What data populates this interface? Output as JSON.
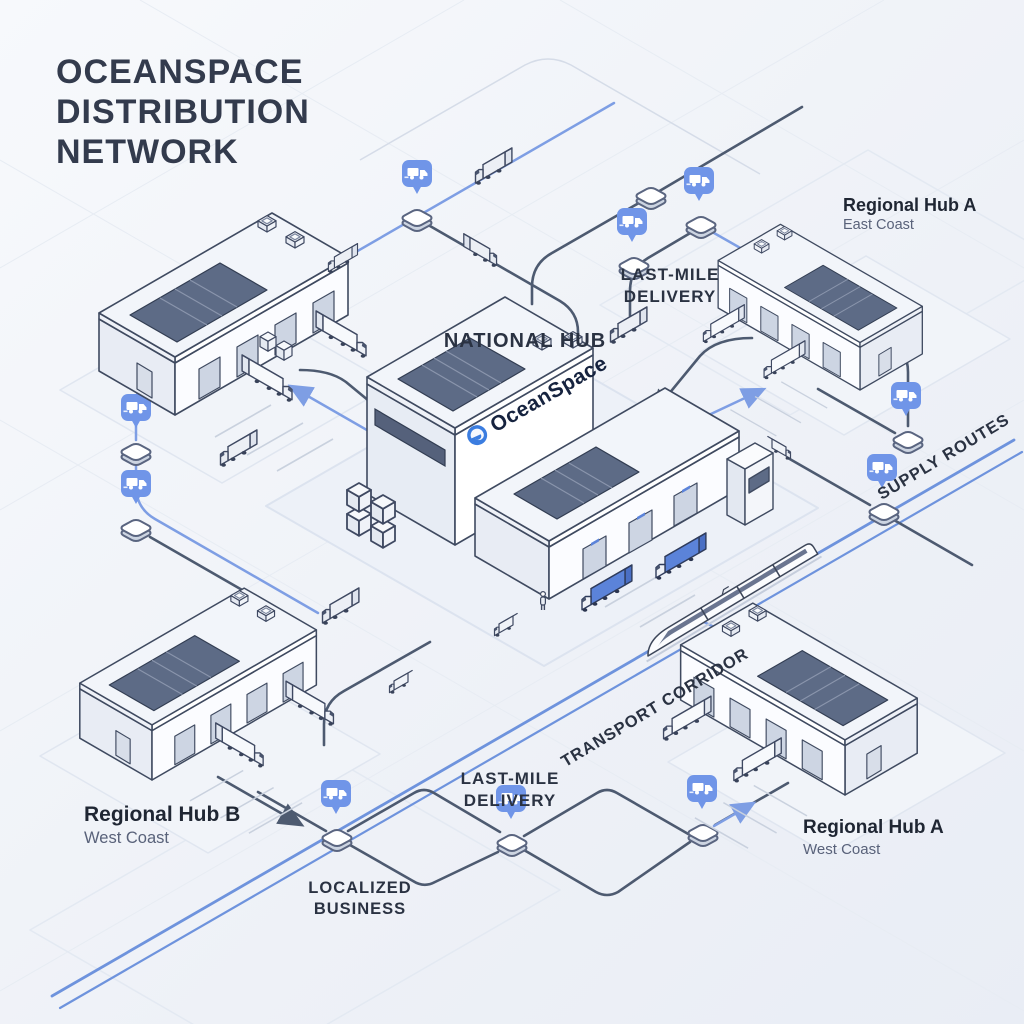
{
  "title": {
    "line1": "OCEANSPACE",
    "line2": "DISTRIBUTION",
    "line3": "NETWORK"
  },
  "brand": {
    "logo_text": "OceanSpace"
  },
  "labels": {
    "national_hub": "NATIONAL HUB",
    "supply_routes": "SUPPLY ROUTES",
    "transport_corridor": "TRANSPORT CORRIDOR",
    "last_mile": {
      "line1": "LAST-MILE",
      "line2": "DELIVERY"
    },
    "localized": {
      "line1": "LOCALIZED",
      "line2": "BUSINESS"
    }
  },
  "hubs": [
    {
      "name": "Regional Hub A",
      "region": "East Coast"
    },
    {
      "name": "Regional Hub B",
      "region": "West Coast"
    },
    {
      "name": "Regional Hub A",
      "region": "West Coast"
    }
  ],
  "icons": {
    "pin": "truck-pin",
    "node": "route-node",
    "vehicles": [
      "box-truck",
      "semi-truck",
      "van",
      "train"
    ]
  },
  "colors": {
    "ink": "#333b4d",
    "route_dark": "#4d5a70",
    "route_blue": "#7e9ee4",
    "corridor_blue": "#6e93dd",
    "pin_blue": "#7095e8",
    "truck_blue": "#5b83d9",
    "solar_navy": "#5d6b86",
    "logo_blue": "#3b7de0"
  }
}
